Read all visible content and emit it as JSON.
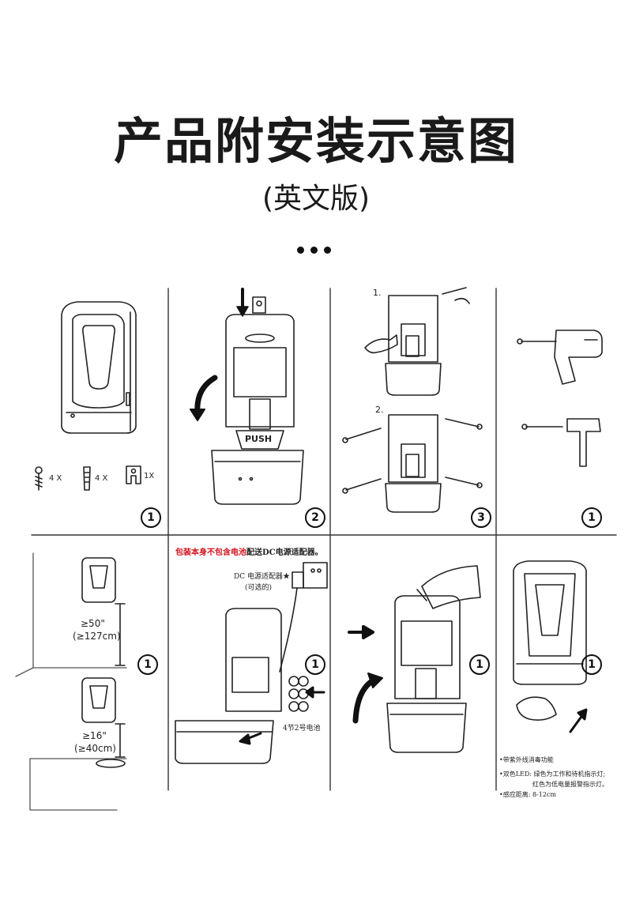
{
  "header": {
    "title": "产品附安装示意图",
    "subtitle": "(英文版)"
  },
  "panels": {
    "accessories": {
      "screw_qty": "4 X",
      "anchor_qty": "4 X",
      "key_qty": "1X"
    },
    "step_numbers": [
      "1",
      "2",
      "3",
      "1",
      "1",
      "1",
      "1",
      "1"
    ],
    "open_panel": {
      "push_label": "PUSH"
    },
    "mount_steps": {
      "step_a": "1.",
      "step_b": "2."
    },
    "height_panel": {
      "upper_in": "≥50\"",
      "upper_cm": "(≥127cm)",
      "lower_in": "≥16\"",
      "lower_cm": "(≥40cm)"
    },
    "power_panel": {
      "notice_red": "包装本身不包含电池",
      "notice_black": "配送DC电源适配器。",
      "adapter_label": "DC 电源适配器★",
      "adapter_note": "(可选的)",
      "battery_label": "4节2号电池"
    },
    "features": {
      "uv": "•带紫外线消毒功能",
      "led_1": "•双色LED: 绿色为工作和待机指示灯;",
      "led_2": "红色为低电量报警指示灯。",
      "distance": "•感应距离: 8-12cm"
    }
  },
  "colors": {
    "notice_red": "#d0111b",
    "line": "#222222"
  }
}
